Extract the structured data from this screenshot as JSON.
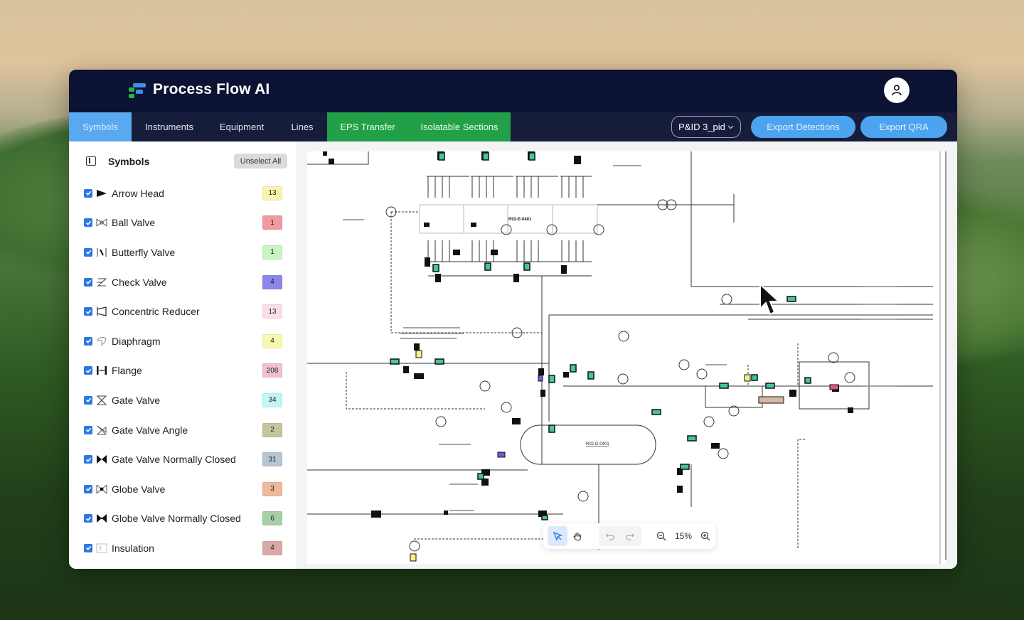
{
  "app": {
    "title": "Process Flow AI",
    "logo_icon": "process-flow-logo",
    "user_icon": "user-avatar-icon"
  },
  "tabs": [
    {
      "label": "Symbols",
      "state": "active"
    },
    {
      "label": "Instruments",
      "state": "normal"
    },
    {
      "label": "Equipment",
      "state": "normal"
    },
    {
      "label": "Lines",
      "state": "normal"
    },
    {
      "label": "EPS Transfer",
      "state": "highlighted"
    },
    {
      "label": "Isolatable Sections",
      "state": "highlighted"
    }
  ],
  "header_actions": {
    "pid_select": {
      "value": "P&ID 3_pid",
      "icon": "chevron-down-icon"
    },
    "export_detections": "Export Detections",
    "export_qra": "Export QRA"
  },
  "sidebar": {
    "title": "Symbols",
    "collapse_icon": "sidebar-collapse-icon",
    "unselect_all": "Unselect All",
    "items": [
      {
        "label": "Arrow Head",
        "count": "13",
        "checked": true,
        "icon": "arrow-head-icon",
        "color": "#fbf3b0"
      },
      {
        "label": "Ball Valve",
        "count": "1",
        "checked": true,
        "icon": "ball-valve-icon",
        "color": "#f19aa0"
      },
      {
        "label": "Butterfly Valve",
        "count": "1",
        "checked": true,
        "icon": "butterfly-valve-icon",
        "color": "#c8f5c0"
      },
      {
        "label": "Check Valve",
        "count": "4",
        "checked": true,
        "icon": "check-valve-icon",
        "color": "#8c86e8"
      },
      {
        "label": "Concentric Reducer",
        "count": "13",
        "checked": true,
        "icon": "concentric-reducer-icon",
        "color": "#f8dfe6"
      },
      {
        "label": "Diaphragm",
        "count": "4",
        "checked": true,
        "icon": "diaphragm-icon",
        "color": "#f8f8b0"
      },
      {
        "label": "Flange",
        "count": "208",
        "checked": true,
        "icon": "flange-icon",
        "color": "#f0c0cc"
      },
      {
        "label": "Gate Valve",
        "count": "34",
        "checked": true,
        "icon": "gate-valve-icon",
        "color": "#c2f5f3"
      },
      {
        "label": "Gate Valve Angle",
        "count": "2",
        "checked": true,
        "icon": "gate-valve-angle-icon",
        "color": "#c6c49a"
      },
      {
        "label": "Gate Valve Normally Closed",
        "count": "31",
        "checked": true,
        "icon": "gate-valve-normally-closed-icon",
        "color": "#b7c6d6"
      },
      {
        "label": "Globe Valve",
        "count": "3",
        "checked": true,
        "icon": "globe-valve-icon",
        "color": "#eeb89c"
      },
      {
        "label": "Globe Valve Normally Closed",
        "count": "6",
        "checked": true,
        "icon": "globe-valve-normally-closed-icon",
        "color": "#a6cfa4"
      },
      {
        "label": "Insulation",
        "count": "4",
        "checked": true,
        "icon": "insulation-icon",
        "color": "#d9a9a6"
      }
    ]
  },
  "canvas": {
    "drawing_labels": {
      "exchanger": "R02-E-0401",
      "vessel": "R02-D-0401"
    },
    "toolbar": {
      "select_tool": "pointer-icon",
      "pan_tool": "hand-icon",
      "undo": "undo-icon",
      "redo": "redo-icon",
      "zoom_out": "zoom-out-icon",
      "zoom_level": "15%",
      "zoom_in": "zoom-in-icon"
    }
  },
  "colors": {
    "header_bg": "#0b1233",
    "tabbar_bg": "#161d3a",
    "active_tab": "#5aa8f0",
    "highlight_tab": "#22a047",
    "export_button": "#4ca3ef",
    "checkbox": "#2b78e4",
    "detection_box": "#45c4a0"
  }
}
